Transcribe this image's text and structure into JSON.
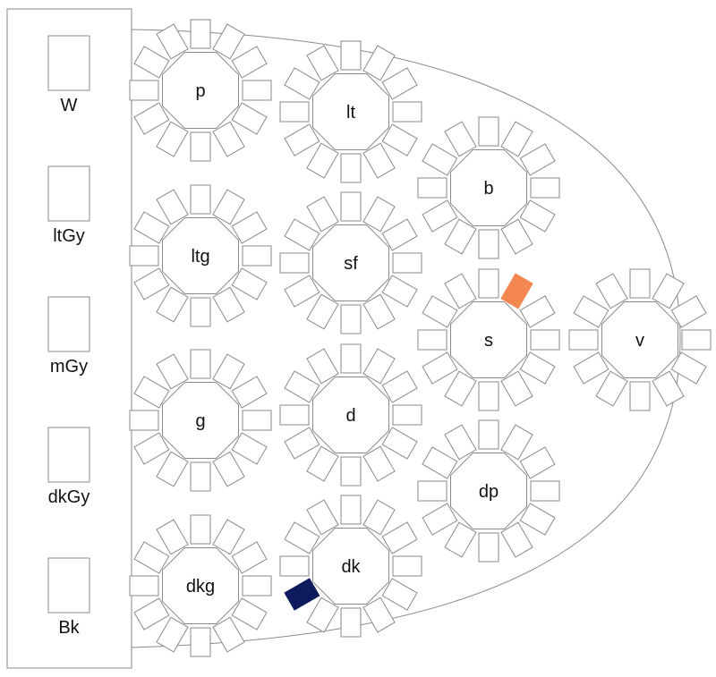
{
  "colors": {
    "stroke": "#8a8a8a",
    "background": "#ffffff",
    "label": "#111111",
    "highlight_orange": "#f4874f",
    "highlight_navy": "#0d1b5e"
  },
  "tables": [
    {
      "id": "p",
      "label": "p",
      "seats": 12
    },
    {
      "id": "lt",
      "label": "lt",
      "seats": 12
    },
    {
      "id": "b",
      "label": "b",
      "seats": 12
    },
    {
      "id": "ltg",
      "label": "ltg",
      "seats": 12
    },
    {
      "id": "sf",
      "label": "sf",
      "seats": 12
    },
    {
      "id": "s",
      "label": "s",
      "seats": 12,
      "highlight": {
        "seat": 10,
        "color": "highlight_orange"
      }
    },
    {
      "id": "v",
      "label": "v",
      "seats": 12
    },
    {
      "id": "g",
      "label": "g",
      "seats": 12
    },
    {
      "id": "d",
      "label": "d",
      "seats": 12
    },
    {
      "id": "dp",
      "label": "dp",
      "seats": 12
    },
    {
      "id": "dkg",
      "label": "dkg",
      "seats": 12
    },
    {
      "id": "dk",
      "label": "dk",
      "seats": 12,
      "highlight": {
        "seat": 5,
        "color": "highlight_navy"
      }
    }
  ],
  "head_table": {
    "seats": [
      {
        "label": "W"
      },
      {
        "label": "ltGy"
      },
      {
        "label": "mGy"
      },
      {
        "label": "dkGy"
      },
      {
        "label": "Bk"
      }
    ]
  }
}
